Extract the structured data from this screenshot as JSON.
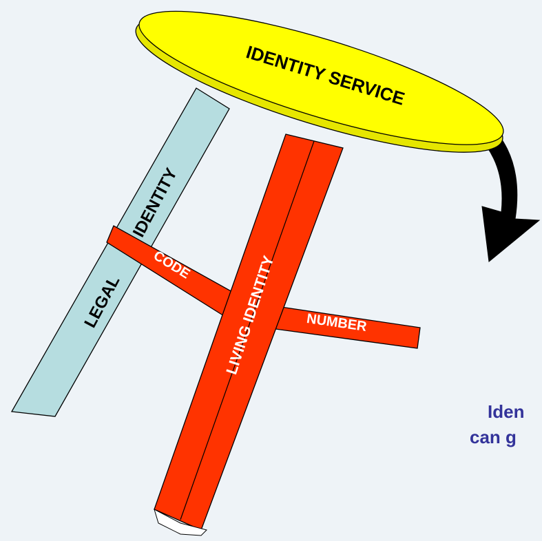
{
  "diagram": {
    "service_label": "IDENTITY SERVICE",
    "legal_leg_label_top": "IDENTITY",
    "legal_leg_label_bottom": "LEGAL",
    "living_leg_label": "LIVING IDENTITY",
    "code_bar_label": "CODE",
    "number_bar_label": "NUMBER",
    "caption_line1": "Iden",
    "caption_line2": "can g"
  },
  "colors": {
    "service_fill": "#ffff00",
    "legal_leg_fill": "#b6dde0",
    "living_leg_fill": "#ff3300",
    "caption_text": "#33339a",
    "background": "#eef3f7"
  }
}
